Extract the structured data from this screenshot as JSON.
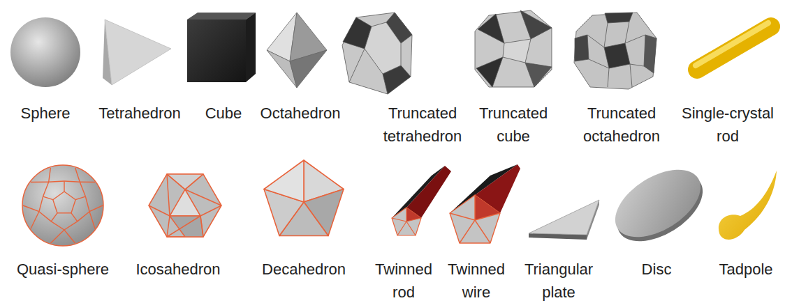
{
  "diagram": {
    "labels": [
      "Sphere",
      "Tetrahedron",
      "Cube",
      "Octahedron",
      "Truncated tetrahedron",
      "Truncated cube",
      "Truncated octahedron",
      "Single-crystal rod",
      "Quasi-sphere",
      "Icosahedron",
      "Decahedron",
      "Twinned rod",
      "Twinned wire",
      "Triangular plate",
      "Disc",
      "Tadpole"
    ]
  }
}
